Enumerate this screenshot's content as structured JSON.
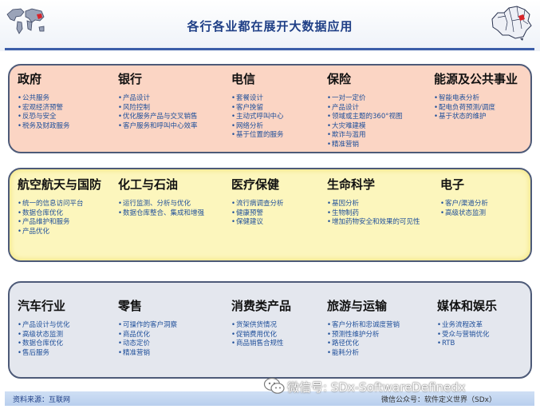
{
  "title": "各行各业都在展开大数据应用",
  "panels": [
    {
      "sectors": [
        {
          "title": "政府",
          "items": [
            "公共服务",
            "宏观经济预警",
            "反恐与安全",
            "税务及财政服务"
          ]
        },
        {
          "title": "银行",
          "items": [
            "产品设计",
            "风险控制",
            "优化服务产品与交叉销售",
            "客户服务和呼叫中心效率"
          ]
        },
        {
          "title": "电信",
          "items": [
            "套餐设计",
            "客户挽留",
            "主动式呼叫中心",
            "网络分析",
            "基于位置的服务"
          ]
        },
        {
          "title": "保险",
          "items": [
            "一对一定价",
            "产品设计",
            "领域或主题的360°视图",
            "大灾难建模",
            "欺诈与滥用",
            "精准营销"
          ]
        },
        {
          "title": "能源及公共事业",
          "items": [
            "智能电表分析",
            "配电负荷预测/调度",
            "基于状态的维护"
          ]
        }
      ]
    },
    {
      "sectors": [
        {
          "title": "航空航天与国防",
          "items": [
            "统一的信息访问平台",
            "数据仓库优化",
            "产品维护和服务",
            "产品优化"
          ]
        },
        {
          "title": "化工与石油",
          "items": [
            "运行监测、分析与优化",
            "数据仓库整合、集成和增强"
          ]
        },
        {
          "title": "医疗保健",
          "items": [
            "流行病调查分析",
            "健康预警",
            "保健建议"
          ]
        },
        {
          "title": "生命科学",
          "items": [
            "基因分析",
            "生物制药",
            "增加药物安全和效果的可见性"
          ]
        },
        {
          "title": "电子",
          "items": [
            "客户/渠道分析",
            "高级状态监测"
          ]
        }
      ]
    },
    {
      "sectors": [
        {
          "title": "汽车行业",
          "items": [
            "产品设计与优化",
            "高级状态监测",
            "数据仓库优化",
            "售后服务"
          ]
        },
        {
          "title": "零售",
          "items": [
            "可操作的客户洞察",
            "商品优化",
            "动态定价",
            "精准营销"
          ]
        },
        {
          "title": "消费类产品",
          "items": [
            "货架供货情况",
            "促销费用优化",
            "商品销售合规性"
          ]
        },
        {
          "title": "旅游与运输",
          "items": [
            "客户分析和忠诚度营销",
            "预测性维护分析",
            "路径优化",
            "能耗分析"
          ]
        },
        {
          "title": "媒体和娱乐",
          "items": [
            "业务流程改革",
            "受众与营销优化",
            "RTB"
          ]
        }
      ]
    }
  ],
  "footer": {
    "source": "资料来源：互联网",
    "account": "微信公众号：软件定义世界（SDx）"
  },
  "watermark": {
    "text": "微信号: SDx-SoftwareDefinedx",
    "icon": "wechat-icon"
  },
  "colors": {
    "title": "#1f3f86",
    "bullet_text": "#1f4f9a",
    "panel_gov": "#fbd5c4",
    "panel_industry": "#fcf6bd",
    "panel_consumer": "#e4e7ee",
    "map_highlight": "#d9232a"
  }
}
